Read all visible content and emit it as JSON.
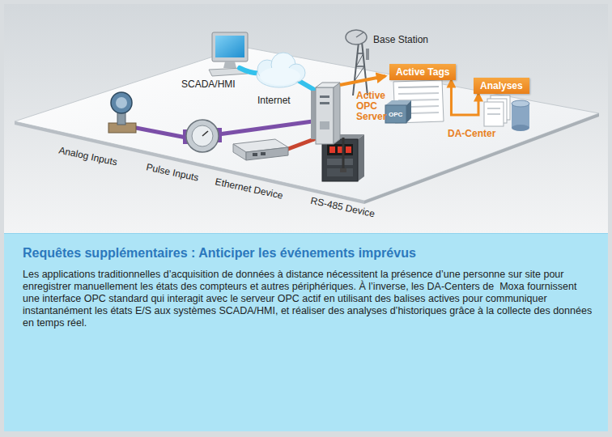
{
  "diagram": {
    "nodes": [
      {
        "text": [
          "Active Tags"
        ]
      },
      {
        "text": [
          "Analyses"
        ]
      },
      {
        "text": [
          "Requêtes supplémentaires : Anticiper les événements imprévus",
          "Les applications traditionnelles d’acquisition de données à distance nécessitent la présence d’une personne sur site pour enregistrer manuellement les états des compteurs et autres périphériques. À l’inverse, les DA-Centers de  Moxa fournissent une interface OPC standard qui interagit avec le serveur OPC actif en utilisant des balises actives pour communiquer instantanément les états E/S aux systèmes SCADA/HMI, et réaliser des analyses d’historiques grâce à la collecte des données en temps réel."
        ]
      }
    ],
    "edges": [
      {
        "from": 0,
        "to": 1,
        "arrow": "both"
      }
    ],
    "labels": [
      "Base Station",
      "SCADA/HMI",
      "Internet",
      "Active OPC Server",
      "OPC",
      "DA-Center",
      "Analog Inputs",
      "Pulse Inputs",
      "Ethernet Device",
      "RS-485 Device"
    ]
  }
}
